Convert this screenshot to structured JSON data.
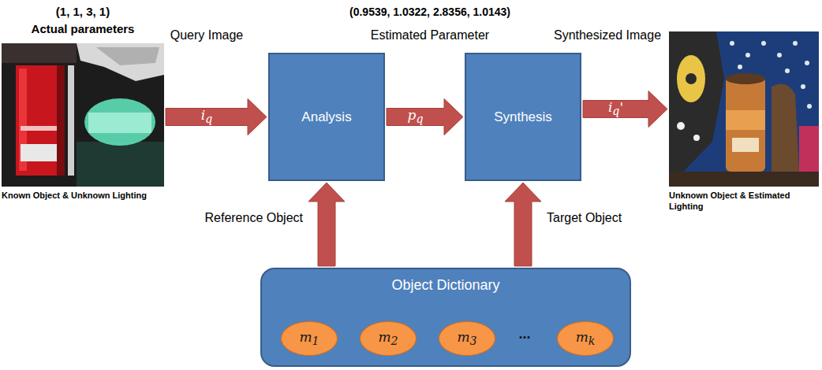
{
  "diagram": {
    "nodes": [
      {
        "text": [
          "(1, 1, 3, 1)",
          "Actual parameters",
          "Known Object & Unknown Lighting"
        ]
      },
      {
        "text": [
          "Analysis"
        ]
      },
      {
        "text": [
          "Synthesis"
        ]
      },
      {
        "text": [
          "Unknown Object & Estimated Lighting"
        ]
      },
      {
        "text": [
          "Object Dictionary"
        ]
      },
      {
        "text": [
          "m1"
        ],
        "in": 4
      },
      {
        "text": [
          "m2"
        ],
        "in": 4
      },
      {
        "text": [
          "m3"
        ],
        "in": 4
      },
      {
        "text": [
          "mk"
        ],
        "in": 4
      }
    ],
    "edges": [
      {
        "from": 0,
        "to": 1,
        "label": "iq",
        "arrow": "to"
      },
      {
        "from": 1,
        "to": 2,
        "label": "pq",
        "arrow": "to"
      },
      {
        "from": 2,
        "to": 3,
        "label": "iq'",
        "arrow": "to"
      },
      {
        "from": 4,
        "to": 1,
        "label": "Reference Object",
        "arrow": "to"
      },
      {
        "from": 4,
        "to": 2,
        "label": "Target Object",
        "arrow": "to"
      }
    ],
    "labels": [
      "Query Image",
      "(0.9539, 1.0322, 2.8356, 1.0143)",
      "Estimated Parameter",
      "Synthesized Image",
      "..."
    ]
  }
}
